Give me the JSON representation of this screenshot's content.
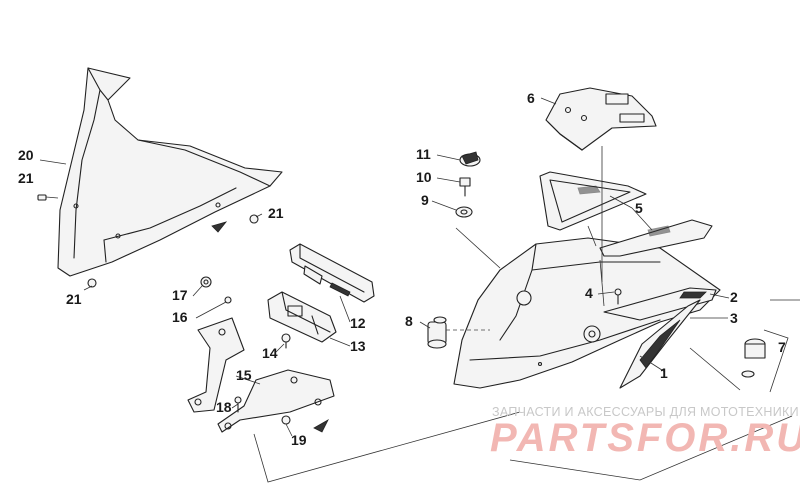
{
  "callouts": [
    "1",
    "2",
    "3",
    "4",
    "5",
    "6",
    "7",
    "8",
    "9",
    "10",
    "11",
    "12",
    "13",
    "14",
    "15",
    "16",
    "17",
    "18",
    "19",
    "20",
    "21"
  ],
  "watermark": {
    "subtitle": "ЗАПЧАСТИ И АКСЕССУАРЫ ДЛЯ МОТОТЕХНИКИ",
    "brand": "PARTSFOR.RU"
  },
  "colors": {
    "line": "#222222",
    "watermark_brand": "#f2b7b3",
    "watermark_text": "#c8c8c8"
  }
}
